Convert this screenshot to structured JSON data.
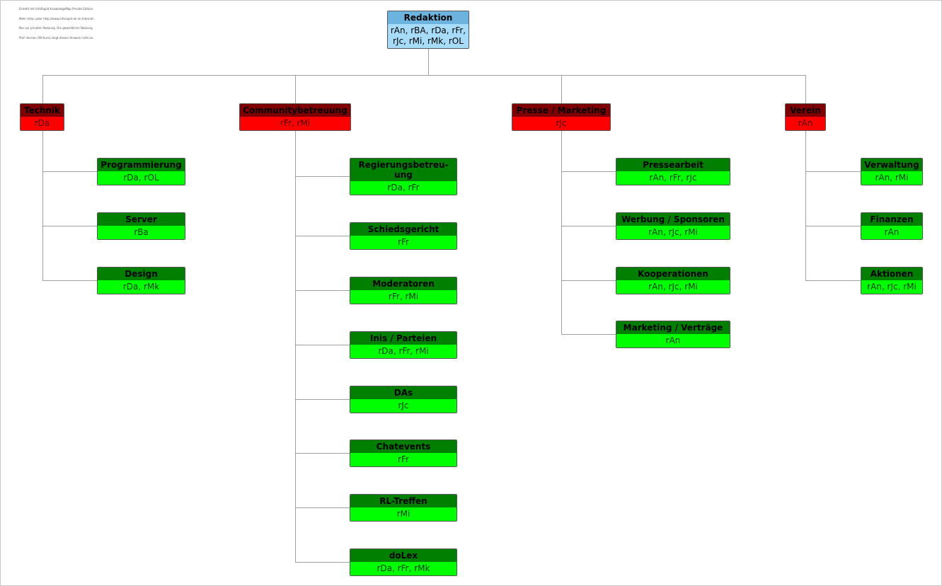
{
  "watermark": [
    "Erstellt mit InfoRapid KnowledgeMap Private Edition.",
    "Mehr Infos unter http://www.inforapid.de im Internet.",
    "Nur zur privaten Nutzung. Die gewerbliche Nutzung",
    "Prof. Version (99 Euro) zeigt diesen Hinweis nicht an."
  ],
  "colors": {
    "root_header": "#6cb4df",
    "root_body": "#a6dcf7",
    "dept_header": "#7f0000",
    "dept_body": "#ff0000",
    "team_header": "#007f00",
    "team_body": "#00ff00",
    "connector": "#a0a0a0"
  },
  "root": {
    "title": "Redaktion",
    "members": "rAn, rBA, rDa, rFr, rJc, rMi, rMk, rOL"
  },
  "departments": [
    {
      "title": "Technik",
      "members": "rDa",
      "teams": [
        {
          "title": "Programmierung",
          "members": "rDa, rOL"
        },
        {
          "title": "Server",
          "members": "rBa"
        },
        {
          "title": "Design",
          "members": "rDa, rMk"
        }
      ]
    },
    {
      "title": "Communitybetreuung",
      "members": "rFr, rMi",
      "teams": [
        {
          "title": "Regierungsbetreu-ung",
          "members": "rDa, rFr"
        },
        {
          "title": "Schiedsgericht",
          "members": "rFr"
        },
        {
          "title": "Moderatoren",
          "members": "rFr, rMi"
        },
        {
          "title": "Inis / Parteien",
          "members": "rDa, rFr, rMi"
        },
        {
          "title": "DAs",
          "members": "rJc"
        },
        {
          "title": "Chatevents",
          "members": "rFr"
        },
        {
          "title": "RL-Treffen",
          "members": "rMi"
        },
        {
          "title": "doLex",
          "members": "rDa, rFr, rMk"
        }
      ]
    },
    {
      "title": "Presse / Marketing",
      "members": "rJc",
      "teams": [
        {
          "title": "Pressearbeit",
          "members": "rAn, rFr, rJc"
        },
        {
          "title": "Werbung / Sponsoren",
          "members": "rAn, rJc, rMi"
        },
        {
          "title": "Kooperationen",
          "members": "rAn, rJc, rMi"
        },
        {
          "title": "Marketing / Verträge",
          "members": "rAn"
        }
      ]
    },
    {
      "title": "Verein",
      "members": "rAn",
      "teams": [
        {
          "title": "Verwaltung",
          "members": "rAn, rMi"
        },
        {
          "title": "Finanzen",
          "members": "rAn"
        },
        {
          "title": "Aktionen",
          "members": "rAn, rJc, rMi"
        }
      ]
    }
  ]
}
